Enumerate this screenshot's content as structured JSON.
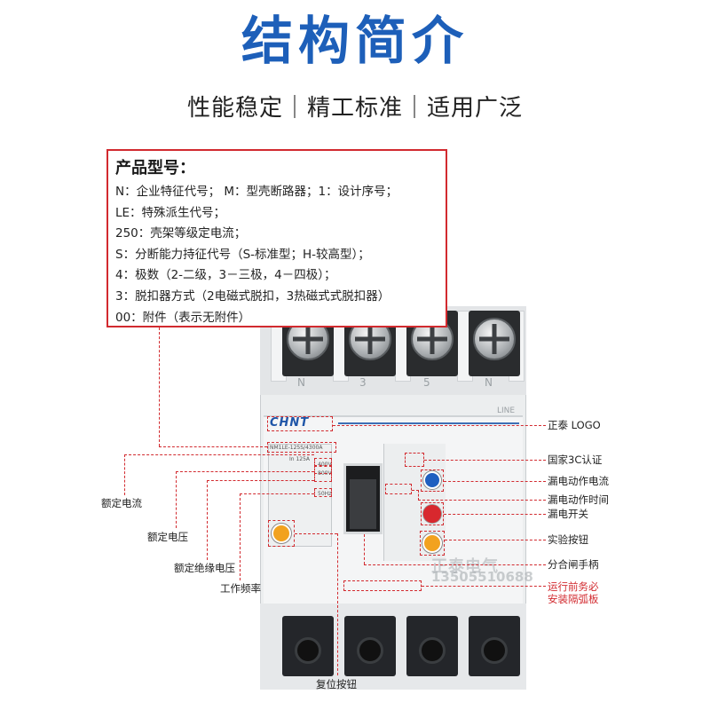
{
  "header": {
    "title": "结构简介",
    "subtitle": "性能稳定｜精工标准｜适用广泛"
  },
  "product_spec": {
    "heading": "产品型号：",
    "lines": [
      "N：企业特征代号； M：型壳断路器；1：设计序号；",
      "LE：特殊派生代号；",
      "250：壳架等级定电流；",
      "S：分断能力持征代号（S-标准型；H-较高型）；",
      "4：极数（2-二级，3－三极，4－四极）；",
      "3：脱扣器方式（2电磁式脱扣，3热磁式式脱扣器）",
      "00：附件（表示无附件）"
    ]
  },
  "breaker": {
    "logo": "CHNT",
    "line_label": "LINE",
    "model_text": "NM1LE-125S/4300A",
    "rating_text": "In 125A",
    "voltage_text": "400V",
    "insulation_text": "800V",
    "frequency_text": "50Hz",
    "pole_numbers": [
      "N",
      "3",
      "5",
      "N"
    ],
    "watermark": "正泰电气",
    "watermark_phone": "13505510688"
  },
  "annotations": {
    "right": {
      "logo": "正泰 LOGO",
      "ccc": "国家3C认证",
      "leak_current": "漏电动作电流",
      "leak_time": "漏电动作时间",
      "leak_switch": "漏电开关",
      "test_button": "实验按钮",
      "handle": "分合闸手柄",
      "warning": "运行前务必\n安装隔弧板",
      "warning_line1": "运行前务必",
      "warning_line2": "安装隔弧板"
    },
    "left": {
      "rated_current": "额定电流",
      "rated_voltage": "额定电压",
      "rated_insulation": "额定绝缘电压",
      "frequency": "工作频率"
    },
    "bottom": {
      "reset": "复位按钮"
    }
  },
  "colors": {
    "title_blue": "#1d5fb9",
    "annotation_red": "#d22a2f",
    "warning_red": "#d22a2f"
  }
}
